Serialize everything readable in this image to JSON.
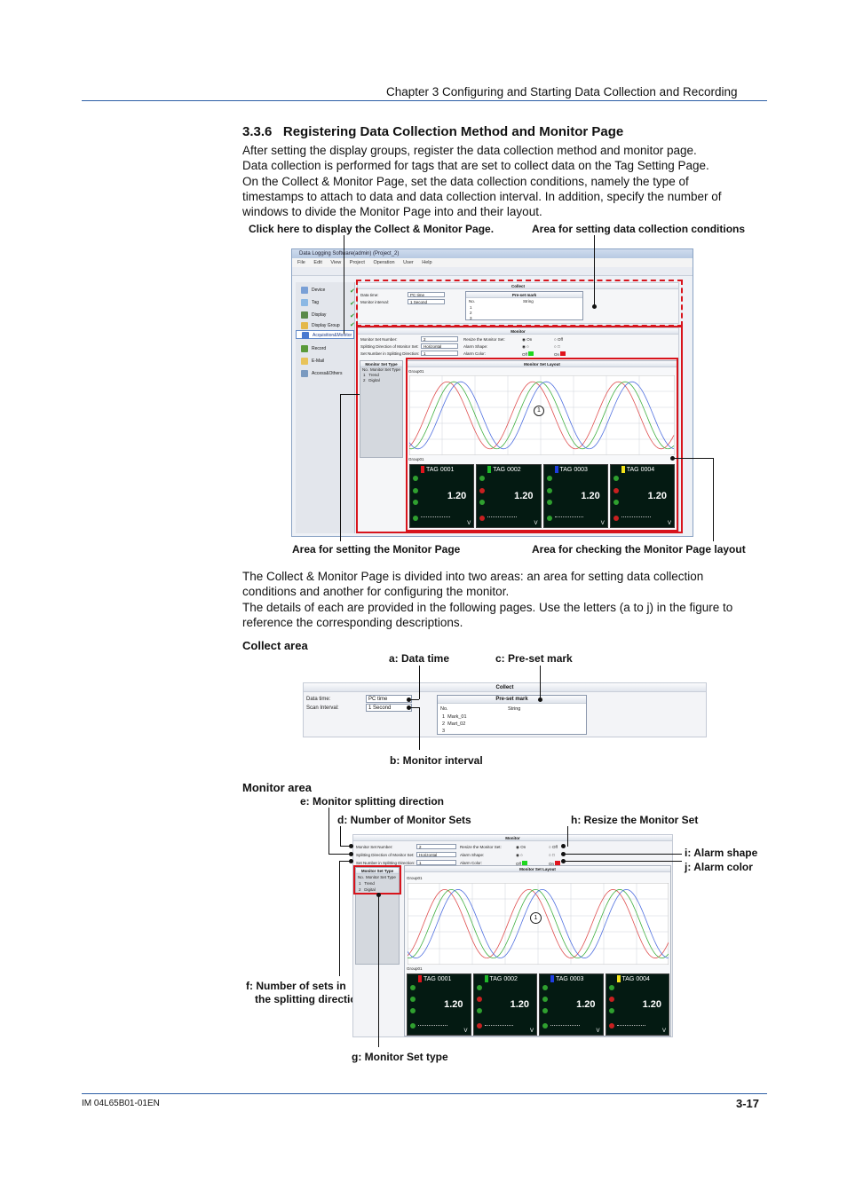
{
  "header": {
    "chapter": "Chapter 3  Configuring and Starting Data Collection and Recording"
  },
  "section": {
    "title": "3.3.6   Registering Data Collection Method and Monitor Page",
    "intro": [
      "After setting the display groups, register the data collection method and monitor page.",
      "Data collection is performed for tags that are set to collect data on the Tag Setting Page.",
      "On the Collect & Monitor Page, set the data collection conditions, namely the type of",
      "timestamps to attach to data and data collection interval. In addition, specify the number of",
      "windows to divide the Monitor Page into and their layout."
    ],
    "body": [
      "The Collect & Monitor Page is divided into two areas: an area for setting data collection",
      "conditions and another for configuring the monitor.",
      "The details of each are provided in the following pages. Use the letters (a to j) in the figure to",
      "reference the corresponding descriptions."
    ]
  },
  "figure1": {
    "callouts": {
      "top_left": "Click here to display the Collect & Monitor Page.",
      "top_right": "Area for setting data collection conditions",
      "bottom_left": "Area for setting the Monitor Page",
      "bottom_right": "Area for checking the Monitor Page layout"
    },
    "window_title": "Data Logging Software(admin) (Project_2)",
    "menu": [
      "File",
      "Edit",
      "View",
      "Project",
      "Operation",
      "User",
      "Help"
    ],
    "nav": [
      "Device",
      "Tag",
      "Display",
      "Display Group",
      "Acquisition&Monitor",
      "Record",
      "E-Mail",
      "Access&Others"
    ],
    "collect": {
      "head": "Collect",
      "data_time_label": "Data time:",
      "data_time_value": "PC time",
      "interval_label": "Monitor interval:",
      "interval_value": "1 Second",
      "preset_head": "Pre-set mark",
      "col_no": "No.",
      "col_string": "String",
      "rows": [
        "1",
        "2",
        "3"
      ]
    },
    "monitor": {
      "head": "Monitor",
      "set_number_label": "Monitor Set Number:",
      "set_number_value": "2",
      "split_dir_label": "Splitting Direction of Monitor Set:",
      "split_dir_value": "Horizontal",
      "split_num_label": "Set Number in Splitting Direction:",
      "split_num_value": "1",
      "resize_label": "Resize the Monitor Set:",
      "on": "On",
      "off": "Off",
      "shape_label": "Alarm Shape:",
      "color_label": "Alarm Color:",
      "type_head": "Monitor Set Type",
      "type_cols": [
        "No.",
        "Monitor Set Type"
      ],
      "types": [
        [
          "1",
          "Trend"
        ],
        [
          "2",
          "Digital"
        ]
      ],
      "layout_head": "Monitor Set Layout",
      "group": "Group01",
      "circle": "1"
    },
    "tiles": [
      {
        "name": "TAG 0001",
        "value": "1.20",
        "unit": "V",
        "color": "#e0141c"
      },
      {
        "name": "TAG 0002",
        "value": "1.20",
        "unit": "V",
        "color": "#1fb82a"
      },
      {
        "name": "TAG 0003",
        "value": "1.20",
        "unit": "V",
        "color": "#1f3ee0"
      },
      {
        "name": "TAG 0004",
        "value": "1.20",
        "unit": "V",
        "color": "#f2e21a"
      }
    ]
  },
  "collect_area": {
    "title": "Collect area",
    "a": "a: Data time",
    "b": "b: Monitor interval",
    "c": "c: Pre-set mark",
    "head": "Collect",
    "data_time_label": "Data time:",
    "data_time_value": "PC time",
    "scan_label": "Scan Interval:",
    "scan_value": "1 Second",
    "preset_head": "Pre-set mark",
    "col_no": "No.",
    "col_string": "String",
    "rows": [
      [
        "1",
        "Mark_01"
      ],
      [
        "2",
        "Mart_02"
      ],
      [
        "3",
        ""
      ]
    ]
  },
  "monitor_area": {
    "title": "Monitor area",
    "d": "d: Number of Monitor Sets",
    "e": "e: Monitor splitting direction",
    "f1": "f: Number of sets in",
    "f2": "the splitting direction",
    "g": "g: Monitor Set type",
    "h": "h: Resize the Monitor Set",
    "i": "i: Alarm shape",
    "j": "j: Alarm color"
  },
  "footer": {
    "doc": "IM 04L65B01-01EN",
    "page": "3-17"
  }
}
